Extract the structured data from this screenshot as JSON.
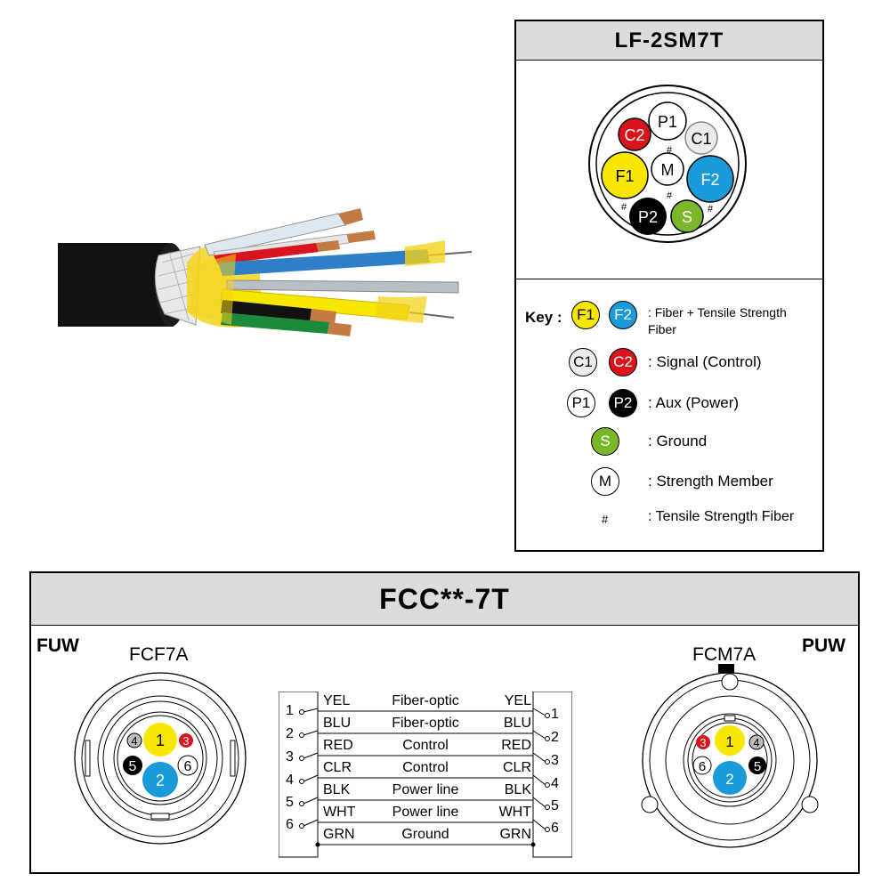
{
  "lf": {
    "title": "LF-2SM7T",
    "cross_section": {
      "p1": "P1",
      "c2": "C2",
      "c1": "C1",
      "f1": "F1",
      "m": "M",
      "f2": "F2",
      "p2": "P2",
      "s": "S",
      "hash": "#"
    },
    "key_label": "Key :",
    "key": {
      "f1": "F1",
      "f2": "F2",
      "fiber_desc": ": Fiber + Tensile Strength Fiber",
      "c1": "C1",
      "c2": "C2",
      "signal_desc": ": Signal (Control)",
      "p1": "P1",
      "p2": "P2",
      "aux_desc": ": Aux (Power)",
      "s": "S",
      "ground_desc": ": Ground",
      "m": "M",
      "strength_desc": ": Strength Member",
      "hash": "#",
      "tensile_desc": ": Tensile Strength Fiber"
    }
  },
  "fcc": {
    "title": "FCC**-7T",
    "left_corner": "FUW",
    "right_corner": "PUW",
    "left_connector": "FCF7A",
    "right_connector": "FCM7A",
    "left_pins": {
      "p1": "1",
      "p2": "2",
      "p3": "3",
      "p4": "4",
      "p5": "5",
      "p6": "6"
    },
    "right_pins": {
      "p1": "1",
      "p2": "2",
      "p3": "3",
      "p4": "4",
      "p5": "5",
      "p6": "6"
    },
    "wiring": [
      {
        "pin": "1",
        "left": "YEL",
        "type": "Fiber-optic",
        "right": "YEL"
      },
      {
        "pin": "2",
        "left": "BLU",
        "type": "Fiber-optic",
        "right": "BLU"
      },
      {
        "pin": "3",
        "left": "RED",
        "type": "Control",
        "right": "RED"
      },
      {
        "pin": "4",
        "left": "CLR",
        "type": "Control",
        "right": "CLR"
      },
      {
        "pin": "5",
        "left": "BLK",
        "type": "Power line",
        "right": "BLK"
      },
      {
        "pin": "6",
        "left": "WHT",
        "type": "Power line",
        "right": "WHT"
      },
      {
        "pin": "",
        "left": "GRN",
        "type": "Ground",
        "right": "GRN"
      }
    ]
  },
  "colors": {
    "yellow": "#f7e600",
    "blue": "#1a9ad9",
    "red": "#d9141c",
    "green": "#7ab829",
    "black": "#000000",
    "white": "#ffffff",
    "grey": "#bdbdbd",
    "header": "#dcdcdc"
  }
}
